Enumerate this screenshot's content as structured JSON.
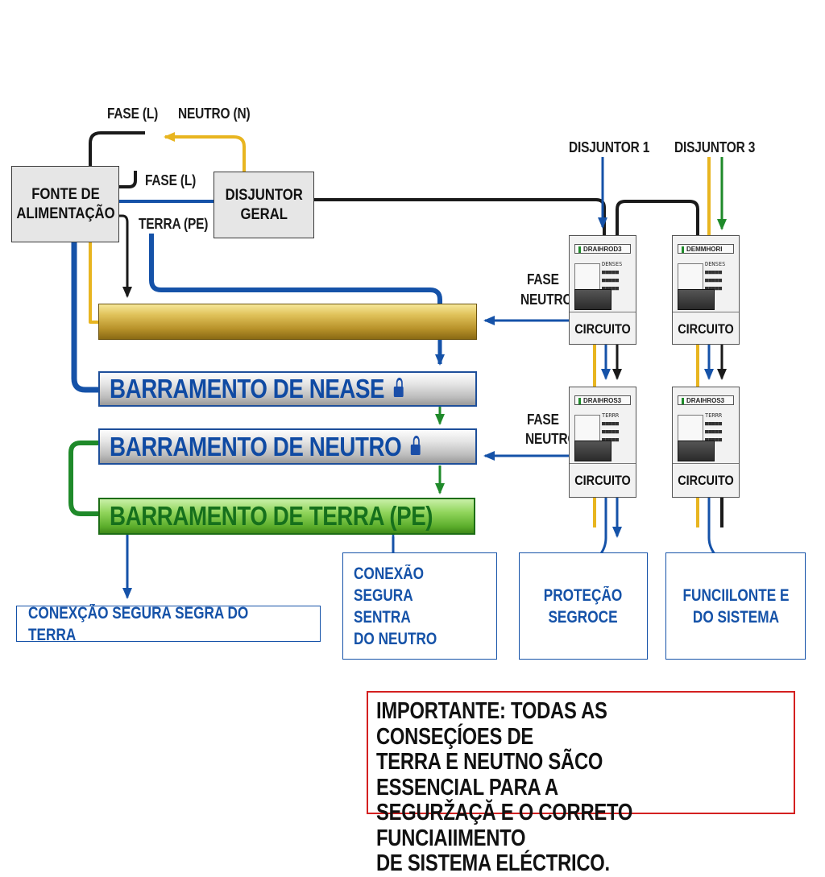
{
  "labels": {
    "fase_top": "FASE (L)",
    "neutro_top": "NEUTRO (N)",
    "fase_mid": "FASE (L)",
    "terra": "TERRA (PE)",
    "disjuntor1": "DISJUNTOR 1",
    "disjuntor3": "DISJUNTOR 3",
    "fase_upper_right": "FASE",
    "neutro_upper_right": "NEUTRO",
    "fase_lower_right": "FASE",
    "neutro_lower_right": "NEUTRO"
  },
  "source_box": "FONTE DE\nALIMENTAÇÃO",
  "main_breaker_box": "DISJUNTOR\nGERAL",
  "busbars": {
    "fase": "BARRAMENTO DE NEASE",
    "neutro": "BARRAMENTO DE NEUTRO",
    "terra": "BARRAMENTO DE TERRA (PE)"
  },
  "breakers": [
    {
      "header": "DRAIHROD3",
      "marks": "DENSES\n■■■■■\n■■■■■\n■■■■■",
      "circuit": "CIRCUITO"
    },
    {
      "header": "DEMMHORI",
      "marks": "DENSES\n■■■■■\n■■■■■\n■■■■■",
      "circuit": "CIRCUITO"
    },
    {
      "header": "DRAIHROS3",
      "marks": "TERRR\n■■■■■\n■■■■■\n■■■■■",
      "circuit": "CIRCUITO"
    },
    {
      "header": "DRAIHROS3",
      "marks": "TERRR\n■■■■■\n■■■■■\n■■■■■",
      "circuit": "CIRCUITO"
    }
  ],
  "info_boxes": {
    "terra": "CONEXÇÃO SEGURA SEGRA DO TERRA",
    "neutro": "CONEXÃO SEGURA\nSENTRA\nDO NEUTRO",
    "protecao": "PROTEÇÃO\nSEGROCE",
    "sistema": "FUNCIILONTE E\nDO SISTEMA"
  },
  "note": "IMPORTANTE: TODAS AS CONSEÇÍOES DE\nTERRA E NEUTNO SÃCO ESSENCIAL PARA A\nSEGURŽAÇĂ E O CORRETO FUNCIAIIMENTO\nDE SISTEMA ELÉCTRICO.",
  "colors": {
    "fase_wire": "#1a1a1a",
    "neutro_wire": "#1552a8",
    "yellow_wire": "#e8b520",
    "terra_wire": "#1f8a2a",
    "note_border": "#d42020"
  }
}
